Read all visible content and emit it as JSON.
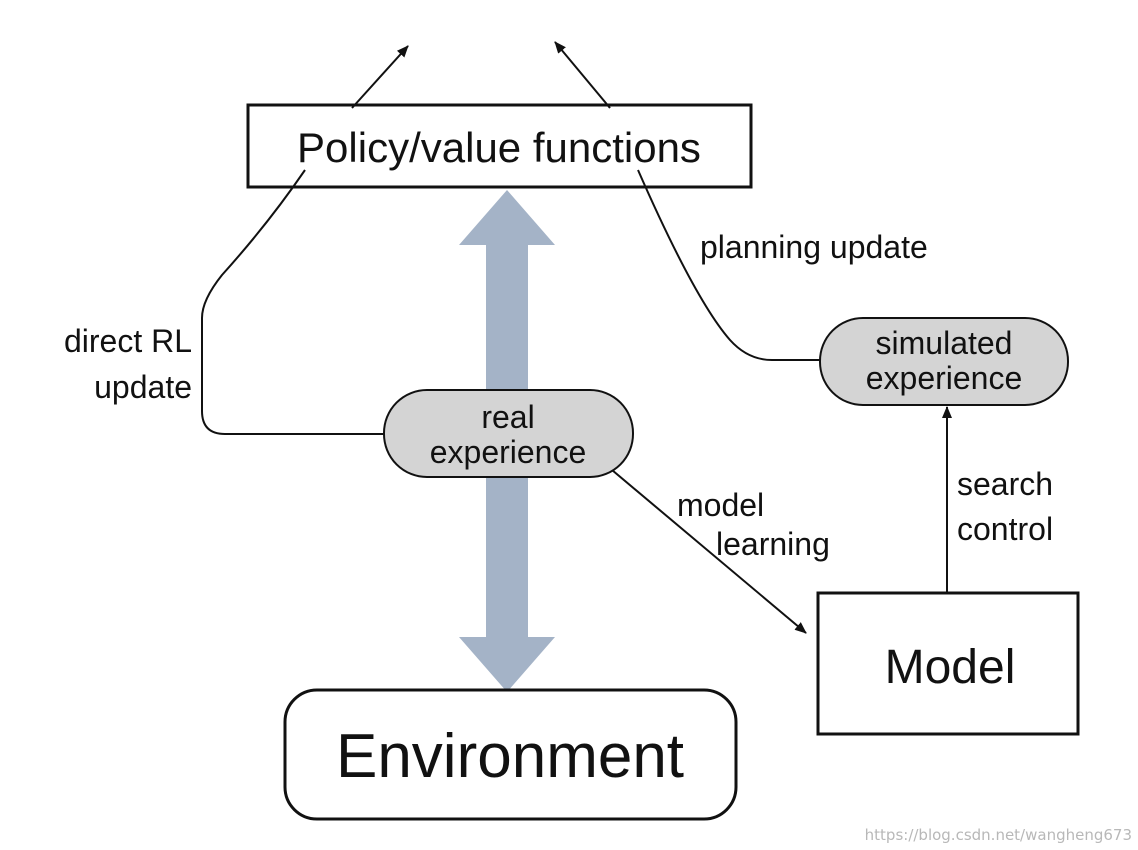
{
  "nodes": {
    "policy": "Policy/value functions",
    "environment": "Environment",
    "model": "Model",
    "real_experience": [
      "real",
      "experience"
    ],
    "simulated_experience": [
      "simulated",
      "experience"
    ]
  },
  "edge_labels": {
    "direct_rl": [
      "direct RL",
      "update"
    ],
    "planning": "planning update",
    "model_learning": [
      "model",
      "learning"
    ],
    "search_control": [
      "search",
      "control"
    ]
  },
  "colors": {
    "line": "#111111",
    "bubble_fill": "#d4d4d4",
    "big_arrow": "#a4b3c7",
    "watermark": "#b8b8b8"
  },
  "watermark": "https://blog.csdn.net/wangheng673"
}
